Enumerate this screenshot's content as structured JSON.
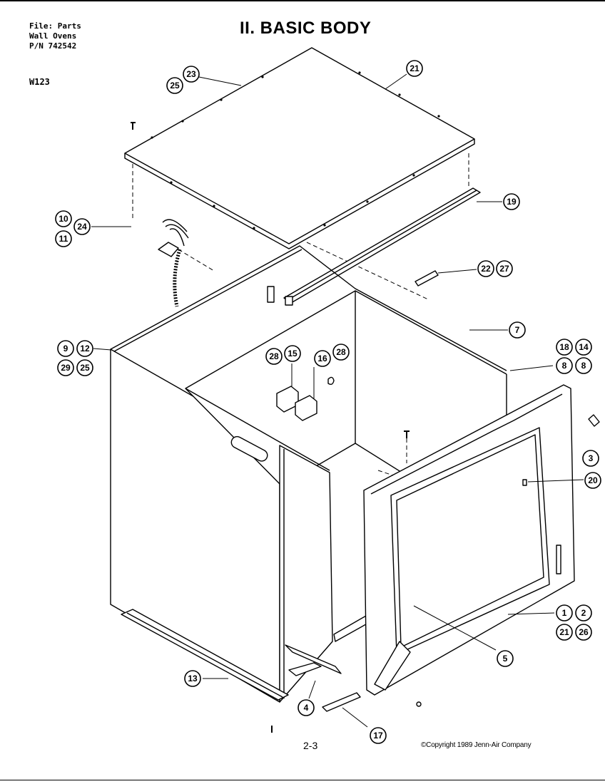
{
  "header": {
    "file_line": "File: Parts",
    "product_line": "Wall Ovens",
    "pn_line": "P/N 742542",
    "model": "W123"
  },
  "title": "II. BASIC BODY",
  "footer": {
    "page_number": "2-3",
    "copyright": "©Copyright 1989 Jenn-Air Company"
  },
  "callouts": {
    "c23": "23",
    "c25a": "25",
    "c21a": "21",
    "c19": "19",
    "c10": "10",
    "c24": "24",
    "c11": "11",
    "c22": "22",
    "c27": "27",
    "c7": "7",
    "c9": "9",
    "c12": "12",
    "c29": "29",
    "c25b": "25",
    "c28a": "28",
    "c15": "15",
    "c16": "16",
    "c28b": "28",
    "c18": "18",
    "c14": "14",
    "c8a": "8",
    "c8b": "8",
    "c3": "3",
    "c20": "20",
    "c1": "1",
    "c2": "2",
    "c21b": "21",
    "c26": "26",
    "c5": "5",
    "c13": "13",
    "c4": "4",
    "c17": "17"
  }
}
